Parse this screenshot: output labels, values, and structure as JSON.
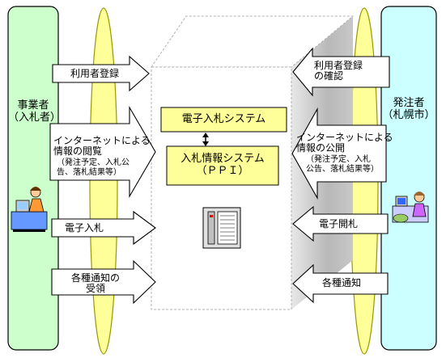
{
  "left_party": {
    "label": "事業者\n（入札者）"
  },
  "right_party": {
    "label": "発注者\n（札幌市）"
  },
  "system": {
    "outer_label": "電子入札システム",
    "inner_label": "入札情報システム\n（ＰＰＩ）"
  },
  "left_arrows": [
    {
      "label": "利用者登録"
    },
    {
      "label": "インターネットによる\n情報の閲覧",
      "sub": "（発注予定、入札公\n告、落札結果等）"
    },
    {
      "label": "電子入札"
    },
    {
      "label": "各種通知の\n受領"
    }
  ],
  "right_arrows": [
    {
      "label": "利用者登録\nの確認"
    },
    {
      "label": "インターネットによる\n情報の公開",
      "sub": "（発注予定、入札\n公告、落札結果等）"
    },
    {
      "label": "電子開札"
    },
    {
      "label": "各種通知"
    }
  ],
  "colors": {
    "party_fill": "#ccffcc",
    "right_party_fill": "#ccffff",
    "ellipse_fill": "#ffff99",
    "ellipse_stroke": "#999900",
    "system_label_fill": "#ffff99",
    "box_shadow": "#c0c0c0"
  }
}
